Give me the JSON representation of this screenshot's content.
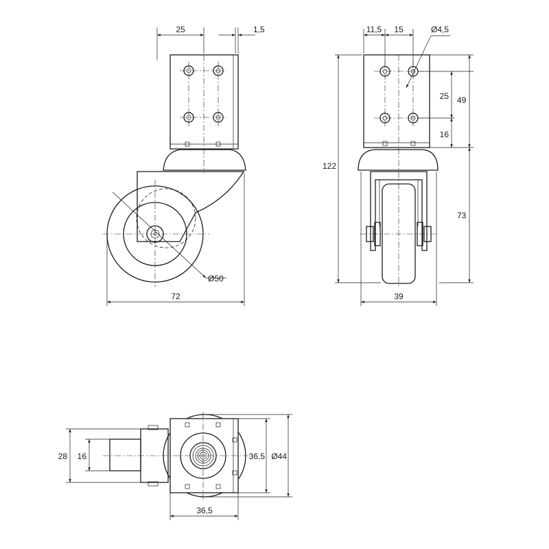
{
  "views": {
    "side": {
      "dim_bracket_width": "25",
      "dim_plate_thickness": "1,5",
      "dim_overall_length": "72",
      "dim_wheel_diameter": "Ø50"
    },
    "front": {
      "dim_hole_offset": "11,5",
      "dim_hole_spacing_h": "15",
      "dim_hole_diameter": "Ø4,5",
      "dim_hole_spacing_v": "25",
      "dim_plate_height": "49",
      "dim_hole_bottom": "16",
      "dim_total_height": "122",
      "dim_wheel_height": "73",
      "dim_width": "39"
    },
    "top": {
      "dim_width_28": "28",
      "dim_width_16": "16",
      "dim_length": "36,5",
      "dim_depth": "36,5",
      "dim_diameter": "Ø44"
    }
  }
}
